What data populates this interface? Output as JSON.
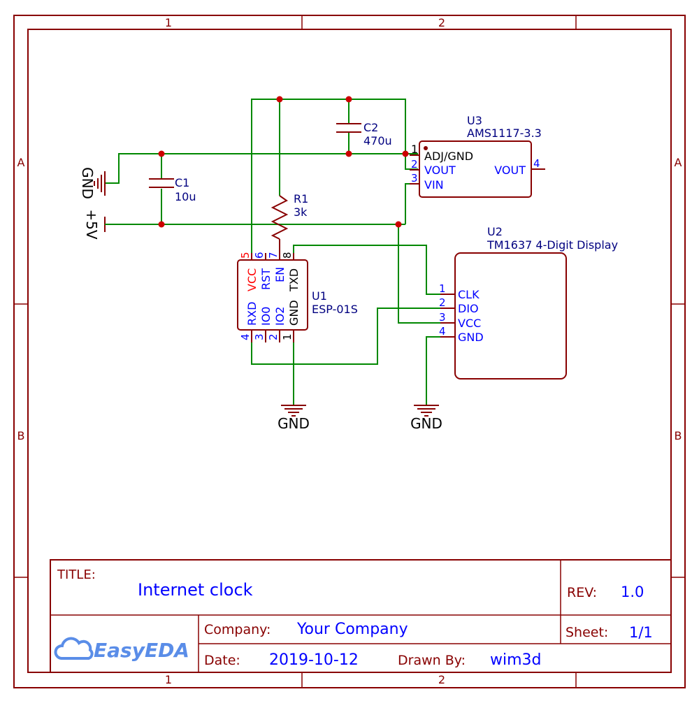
{
  "frame": {
    "columns": [
      "1",
      "2"
    ],
    "rows": [
      "A",
      "B"
    ]
  },
  "title_block": {
    "title_label": "TITLE:",
    "title": "Internet clock",
    "rev_label": "REV:",
    "rev": "1.0",
    "company_label": "Company:",
    "company": "Your Company",
    "sheet_label": "Sheet:",
    "sheet": "1/1",
    "date_label": "Date:",
    "date": "2019-10-12",
    "drawn_by_label": "Drawn By:",
    "drawn_by": "wim3d",
    "logo_text": "EasyEDA"
  },
  "power": {
    "gnd_left": "GND",
    "plus5v": "+5V",
    "gnd_u1": "GND",
    "gnd_u2": "GND"
  },
  "components": {
    "c1": {
      "ref": "C1",
      "value": "10u"
    },
    "c2": {
      "ref": "C2",
      "value": "470u"
    },
    "r1": {
      "ref": "R1",
      "value": "3k"
    },
    "u1": {
      "ref": "U1",
      "value": "ESP-01S",
      "top_pins": [
        {
          "num": "5",
          "name": "VCC"
        },
        {
          "num": "6",
          "name": "RST"
        },
        {
          "num": "7",
          "name": "EN"
        },
        {
          "num": "8",
          "name": "TXD"
        }
      ],
      "bottom_pins": [
        {
          "num": "4",
          "name": "RXD"
        },
        {
          "num": "3",
          "name": "IO0"
        },
        {
          "num": "2",
          "name": "IO2"
        },
        {
          "num": "1",
          "name": "GND"
        }
      ]
    },
    "u2": {
      "ref": "U2",
      "value": "TM1637 4-Digit Display",
      "pins": [
        {
          "num": "1",
          "name": "CLK"
        },
        {
          "num": "2",
          "name": "DIO"
        },
        {
          "num": "3",
          "name": "VCC"
        },
        {
          "num": "4",
          "name": "GND"
        }
      ]
    },
    "u3": {
      "ref": "U3",
      "value": "AMS1117-3.3",
      "pins": [
        {
          "num": "1",
          "name": "ADJ/GND"
        },
        {
          "num": "2",
          "name": "VOUT"
        },
        {
          "num": "3",
          "name": "VIN"
        },
        {
          "num": "4",
          "name": "VOUT"
        }
      ]
    }
  },
  "colors": {
    "frame": "#880000",
    "wire": "#008800",
    "junction": "#cc0000",
    "pin_text": "#0000ff",
    "label_text": "#000080",
    "logo": "#5a8de8"
  }
}
